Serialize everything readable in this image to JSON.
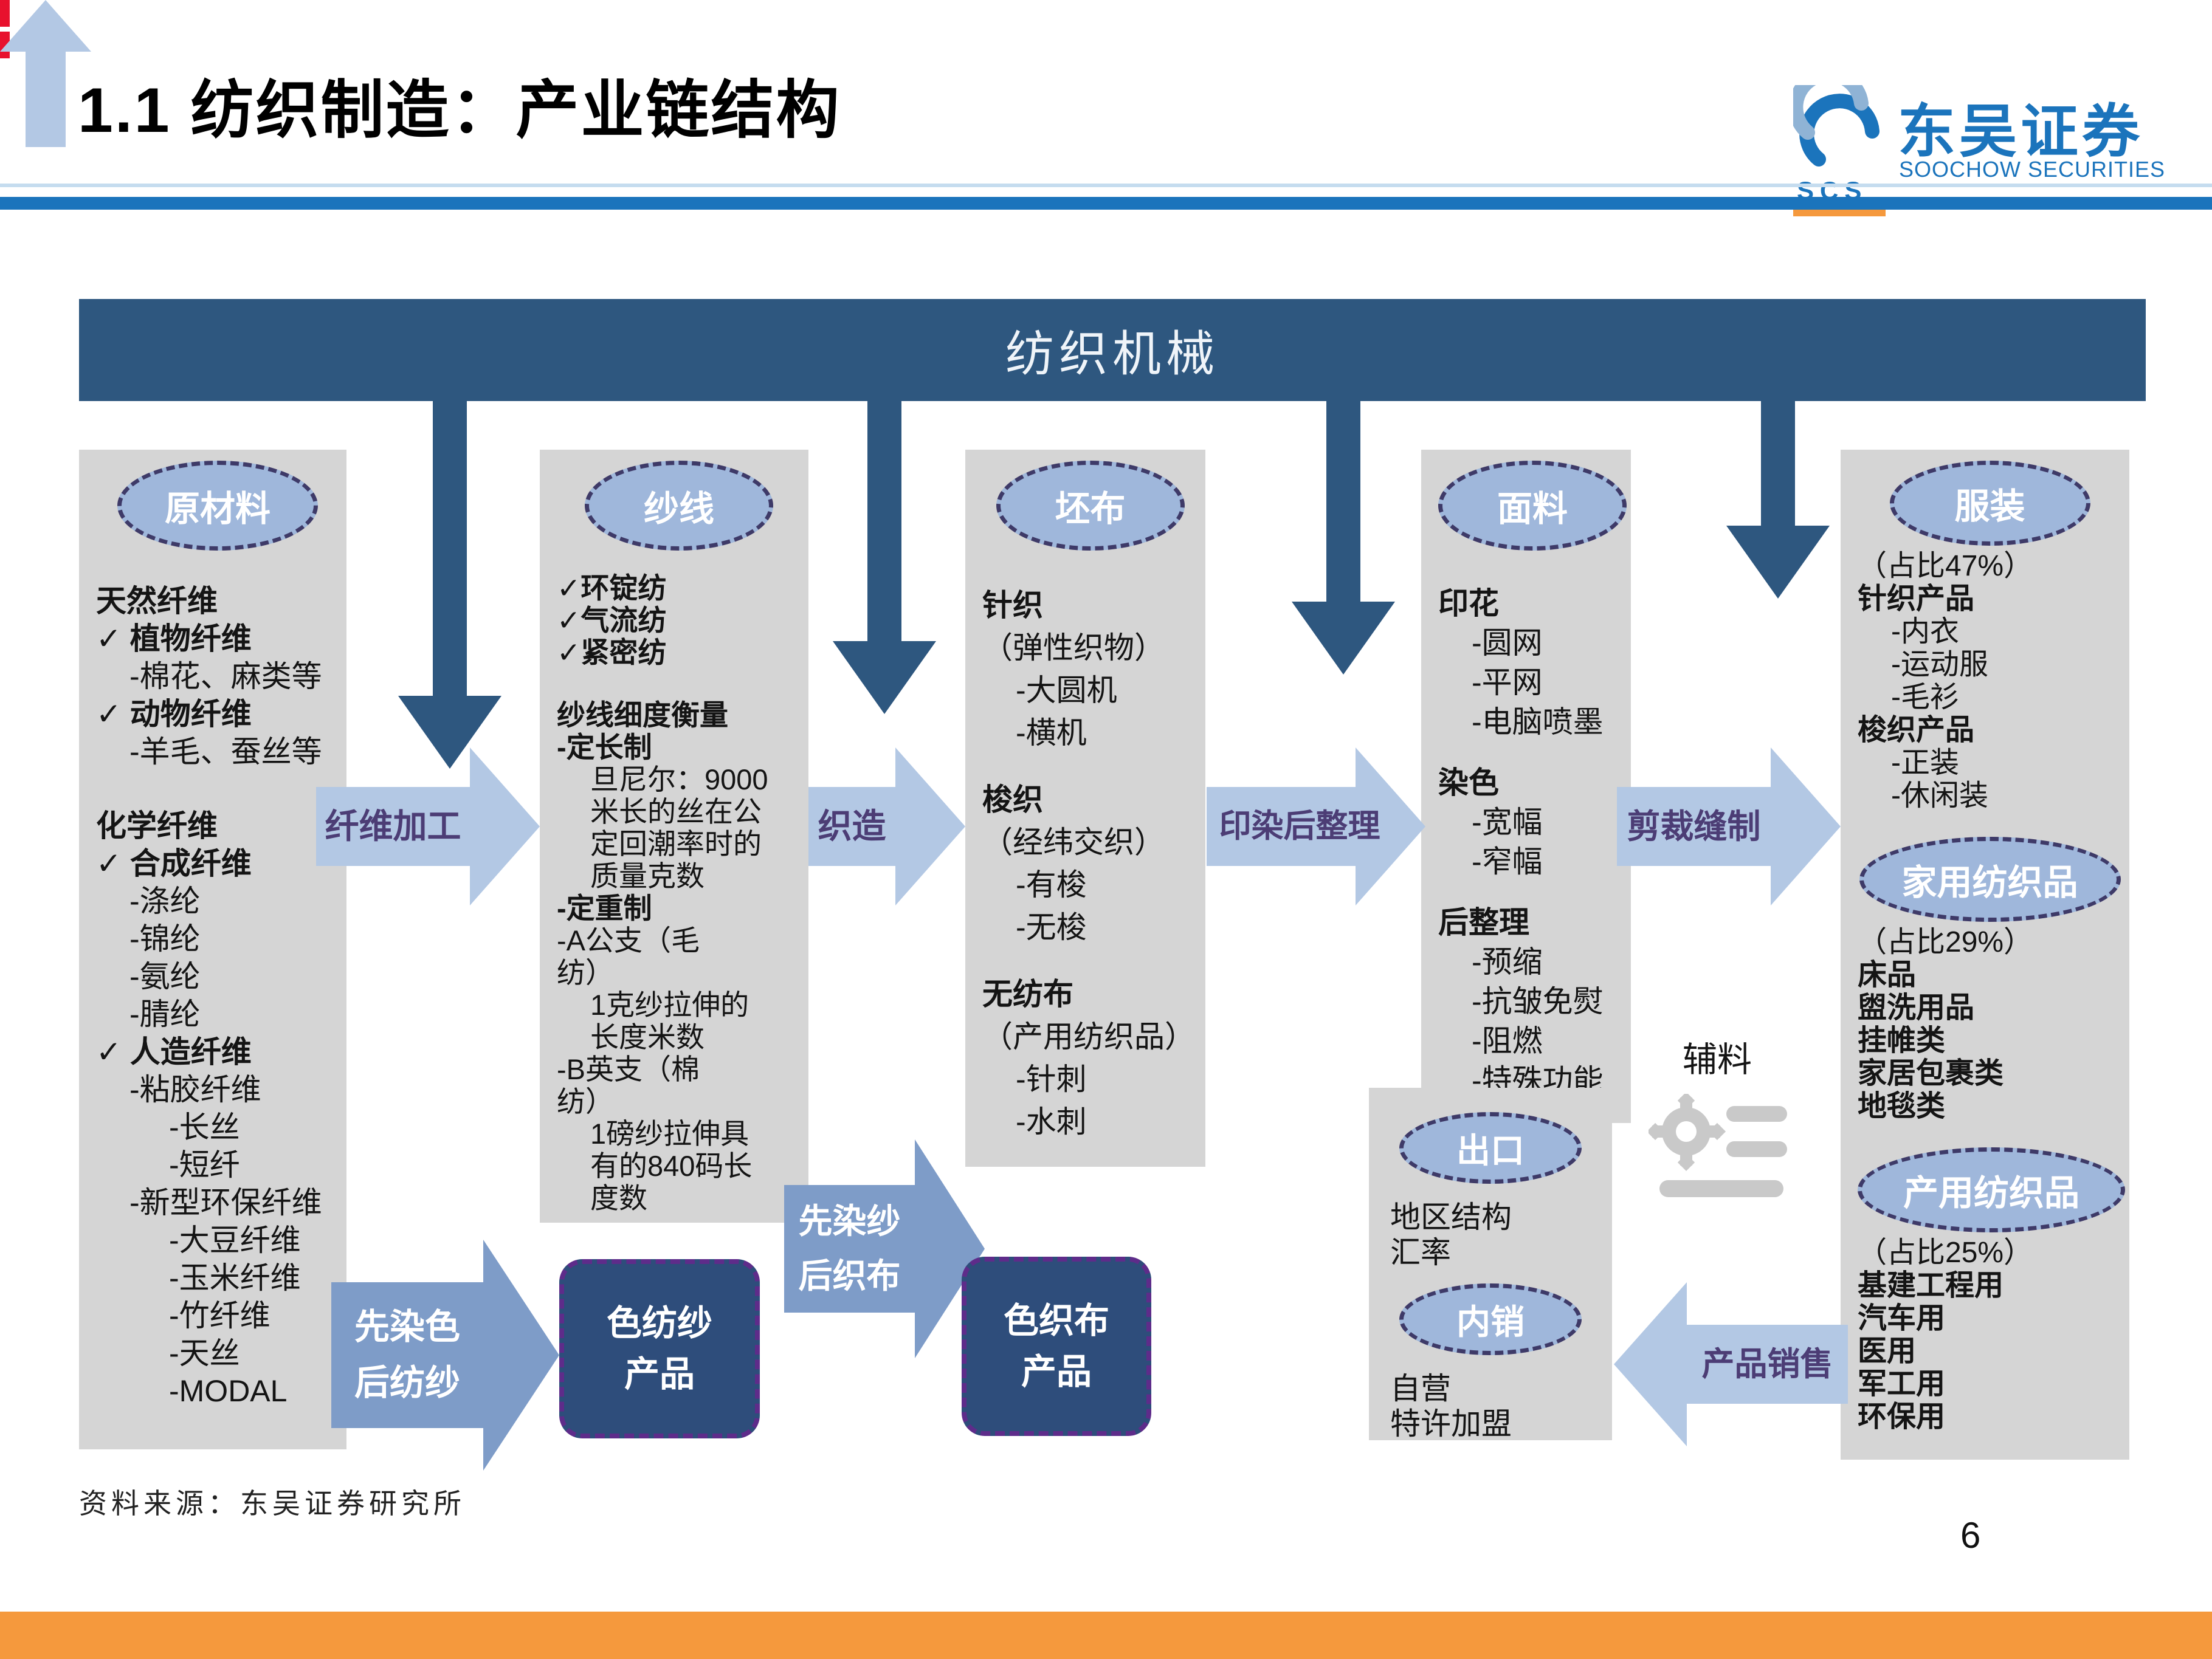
{
  "page": {
    "title": "1.1 纺织制造：产业链结构",
    "page_number": "6",
    "source_note": "资料来源：东吴证券研究所"
  },
  "logo": {
    "name_cn": "东吴证券",
    "name_en": "SOOCHOW SECURITIES",
    "abbr": "SCS",
    "icon": "soochow-logo-icon"
  },
  "diagram": {
    "machinery_banner": "纺织机械",
    "columns": [
      {
        "key": "raw-material",
        "sections": [
          {
            "header": "原材料",
            "lines": [
              {
                "t": "天然纤维",
                "c": "b"
              },
              {
                "t": "✓ 植物纤维",
                "c": "b"
              },
              {
                "t": "-棉花、麻类等",
                "c": "i1"
              },
              {
                "t": "✓ 动物纤维",
                "c": "b"
              },
              {
                "t": "-羊毛、蚕丝等",
                "c": "i1"
              },
              {
                "t": "化学纤维",
                "c": "b g"
              },
              {
                "t": "✓ 合成纤维",
                "c": "b"
              },
              {
                "t": "-涤纶",
                "c": "i1"
              },
              {
                "t": "-锦纶",
                "c": "i1"
              },
              {
                "t": "-氨纶",
                "c": "i1"
              },
              {
                "t": "-腈纶",
                "c": "i1"
              },
              {
                "t": "✓ 人造纤维",
                "c": "b"
              },
              {
                "t": "-粘胶纤维",
                "c": "i1"
              },
              {
                "t": "-长丝",
                "c": "i2"
              },
              {
                "t": "-短纤",
                "c": "i2"
              },
              {
                "t": "-新型环保纤维",
                "c": "i1"
              },
              {
                "t": "-大豆纤维",
                "c": "i2"
              },
              {
                "t": "-玉米纤维",
                "c": "i2"
              },
              {
                "t": "-竹纤维",
                "c": "i2"
              },
              {
                "t": "-天丝",
                "c": "i2"
              },
              {
                "t": "-MODAL",
                "c": "i2"
              }
            ]
          }
        ]
      },
      {
        "key": "yarn",
        "sections": [
          {
            "header": "纱线",
            "lines": [
              {
                "t": "✓环锭纺",
                "c": "b"
              },
              {
                "t": "✓气流纺",
                "c": "b"
              },
              {
                "t": "✓紧密纺",
                "c": "b"
              },
              {
                "t": "纱线细度衡量",
                "c": "b g"
              },
              {
                "t": "-定长制",
                "c": "b"
              },
              {
                "t": "旦尼尔：9000",
                "c": "i1"
              },
              {
                "t": "米长的丝在公",
                "c": "i1"
              },
              {
                "t": "定回潮率时的",
                "c": "i1"
              },
              {
                "t": "质量克数",
                "c": "i1"
              },
              {
                "t": "-定重制",
                "c": "b"
              },
              {
                "t": "-A公支（毛",
                "c": ""
              },
              {
                "t": "纺）",
                "c": ""
              },
              {
                "t": "1克纱拉伸的",
                "c": "i1"
              },
              {
                "t": "长度米数",
                "c": "i1"
              },
              {
                "t": "-B英支（棉",
                "c": ""
              },
              {
                "t": "纺）",
                "c": ""
              },
              {
                "t": "1磅纱拉伸具",
                "c": "i1"
              },
              {
                "t": "有的840码长",
                "c": "i1"
              },
              {
                "t": "度数",
                "c": "i1"
              }
            ]
          }
        ]
      },
      {
        "key": "grey-fabric",
        "sections": [
          {
            "header": "坯布",
            "lines": [
              {
                "t": "针织",
                "c": "b"
              },
              {
                "t": "（弹性织物）",
                "c": ""
              },
              {
                "t": "-大圆机",
                "c": "i1"
              },
              {
                "t": "-横机",
                "c": "i1"
              },
              {
                "t": "梭织",
                "c": "b g"
              },
              {
                "t": "（经纬交织）",
                "c": ""
              },
              {
                "t": "-有梭",
                "c": "i1"
              },
              {
                "t": "-无梭",
                "c": "i1"
              },
              {
                "t": "无纺布",
                "c": "b g"
              },
              {
                "t": "（产用纺织品）",
                "c": ""
              },
              {
                "t": "-针刺",
                "c": "i1"
              },
              {
                "t": "-水刺",
                "c": "i1"
              }
            ]
          }
        ]
      },
      {
        "key": "fabric",
        "sections": [
          {
            "header": "面料",
            "lines": [
              {
                "t": "印花",
                "c": "b"
              },
              {
                "t": "-圆网",
                "c": "i1"
              },
              {
                "t": "-平网",
                "c": "i1"
              },
              {
                "t": "-电脑喷墨",
                "c": "i1"
              },
              {
                "t": "染色",
                "c": "b g"
              },
              {
                "t": "-宽幅",
                "c": "i1"
              },
              {
                "t": "-窄幅",
                "c": "i1"
              },
              {
                "t": "后整理",
                "c": "b g"
              },
              {
                "t": "-预缩",
                "c": "i1"
              },
              {
                "t": "-抗皱免熨",
                "c": "i1"
              },
              {
                "t": "-阻燃",
                "c": "i1"
              },
              {
                "t": "-特殊功能",
                "c": "i1"
              }
            ]
          }
        ]
      },
      {
        "key": "end-products",
        "sections": [
          {
            "header": "服装",
            "lines": [
              {
                "t": "（占比47%）",
                "c": ""
              },
              {
                "t": "针织产品",
                "c": "b"
              },
              {
                "t": "-内衣",
                "c": "i1"
              },
              {
                "t": "-运动服",
                "c": "i1"
              },
              {
                "t": "-毛衫",
                "c": "i1"
              },
              {
                "t": "梭织产品",
                "c": "b"
              },
              {
                "t": "-正装",
                "c": "i1"
              },
              {
                "t": "-休闲装",
                "c": "i1"
              }
            ]
          },
          {
            "header": "家用纺织品",
            "lines": [
              {
                "t": "（占比29%）",
                "c": ""
              },
              {
                "t": "床品",
                "c": "b"
              },
              {
                "t": "盥洗用品",
                "c": "b"
              },
              {
                "t": "挂帷类",
                "c": "b"
              },
              {
                "t": "家居包裹类",
                "c": "b"
              },
              {
                "t": "地毯类",
                "c": "b"
              }
            ]
          },
          {
            "header": "产用纺织品",
            "lines": [
              {
                "t": "（占比25%）",
                "c": ""
              },
              {
                "t": "基建工程用",
                "c": "b"
              },
              {
                "t": "汽车用",
                "c": "b"
              },
              {
                "t": "医用",
                "c": "b"
              },
              {
                "t": "军工用",
                "c": "b"
              },
              {
                "t": "环保用",
                "c": "b"
              }
            ]
          }
        ]
      }
    ],
    "process_arrows": {
      "fiber_processing": "纤维加工",
      "weaving": "织造",
      "dyeing_finishing": "印染后整理",
      "cutting_sewing": "剪裁缝制",
      "product_sales": "产品销售"
    },
    "dye_first_arrows": {
      "dye_then_spin": [
        "先染色",
        "后纺纱"
      ],
      "dye_then_weave": [
        "先染纱",
        "后织布"
      ]
    },
    "product_boxes": {
      "colored_spun_yarn": [
        "色纺纱",
        "产品"
      ],
      "yarn_dyed_fabric": [
        "色织布",
        "产品"
      ]
    },
    "sales_box": {
      "export_header": "出口",
      "export_lines": [
        "地区结构",
        "汇率"
      ],
      "domestic_header": "内销",
      "domestic_lines": [
        "自营",
        "特许加盟"
      ]
    },
    "accessory": {
      "label": "辅料",
      "icon": "gear-list-icon"
    }
  },
  "colors": {
    "banner_blue": "#2E577F",
    "light_arrow_blue": "#B3C8E4",
    "medium_arrow_blue": "#7E9CC8",
    "ellipse_fill": "#9FB7DB",
    "ellipse_border": "#3E3A68",
    "column_gray": "#D5D5D5",
    "dark_box_blue": "#2E4D7B",
    "dark_box_border_purple": "#5E2C8A",
    "arrow_label_purple": "#4C3D75",
    "header_rule_blue": "#1B74BC",
    "accent_orange": "#F5993D",
    "red_mark": "#E8112D"
  }
}
